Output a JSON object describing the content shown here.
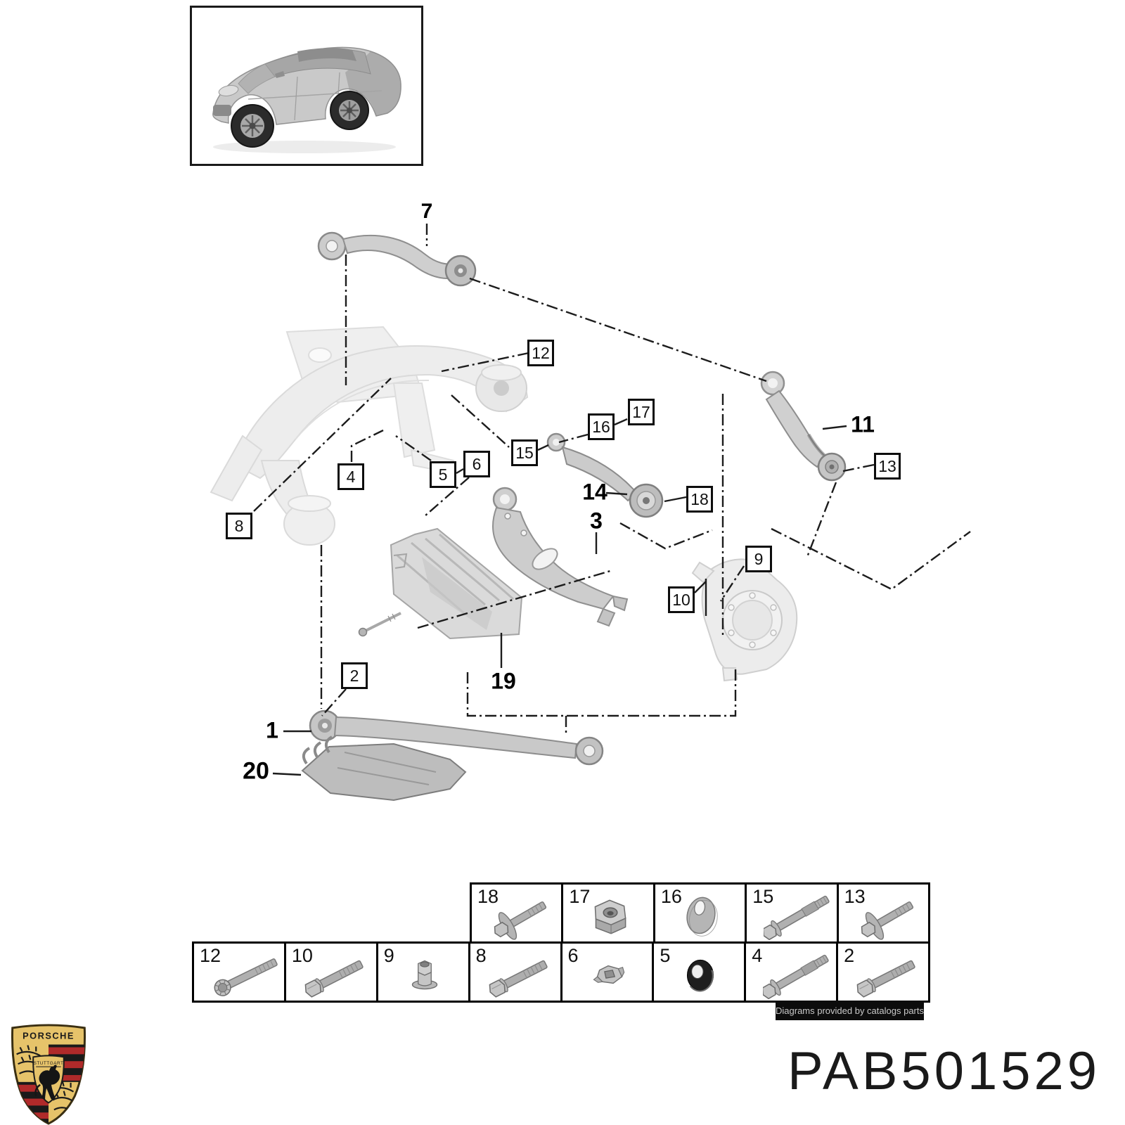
{
  "page": {
    "part_number": "PAB501529",
    "watermark": "Diagrams provided by catalogs parts"
  },
  "brand_crest": {
    "brand": "PORSCHE",
    "city": "STUTTGART"
  },
  "diagram": {
    "boxed_callouts": [
      "12",
      "17",
      "16",
      "15",
      "18",
      "4",
      "5",
      "6",
      "8",
      "9",
      "10",
      "13",
      "2"
    ],
    "bold_labels": [
      "7",
      "14",
      "3",
      "11",
      "1",
      "19",
      "20"
    ]
  },
  "parts_table": {
    "top_row": [
      {
        "label": "18",
        "icon": "bolt-washer"
      },
      {
        "label": "17",
        "icon": "flange-nut"
      },
      {
        "label": "16",
        "icon": "eccentric-washer"
      },
      {
        "label": "15",
        "icon": "long-bolt"
      },
      {
        "label": "13",
        "icon": "bolt-washer"
      }
    ],
    "bottom_row": [
      {
        "label": "12",
        "icon": "spline-bolt"
      },
      {
        "label": "10",
        "icon": "hex-bolt"
      },
      {
        "label": "9",
        "icon": "collar-nut"
      },
      {
        "label": "8",
        "icon": "hex-bolt"
      },
      {
        "label": "6",
        "icon": "small-nut"
      },
      {
        "label": "5",
        "icon": "dark-washer"
      },
      {
        "label": "4",
        "icon": "long-bolt"
      },
      {
        "label": "2",
        "icon": "hex-bolt"
      }
    ]
  }
}
